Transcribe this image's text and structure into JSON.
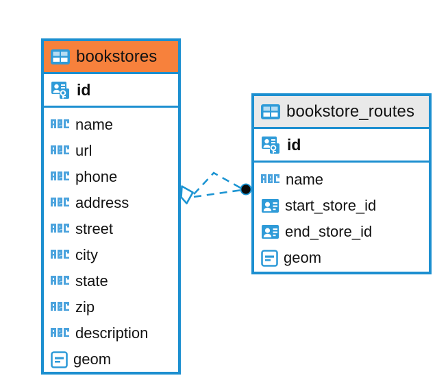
{
  "diagram": {
    "type": "entity-relationship-diagram",
    "background": "#ffffff",
    "accent_color": "#1c8fd0",
    "highlight_color": "#f7813c",
    "header_gray": "#e9e9e9"
  },
  "tables": [
    {
      "name": "bookstores",
      "header_style": "accent-orange",
      "table_icon": "table-icon",
      "primary_key": {
        "label": "id",
        "icon": "primary-key-icon"
      },
      "fields": [
        {
          "label": "name",
          "icon": "text-abc-icon"
        },
        {
          "label": "url",
          "icon": "text-abc-icon"
        },
        {
          "label": "phone",
          "icon": "text-abc-icon"
        },
        {
          "label": "address",
          "icon": "text-abc-icon"
        },
        {
          "label": "street",
          "icon": "text-abc-icon"
        },
        {
          "label": "city",
          "icon": "text-abc-icon"
        },
        {
          "label": "state",
          "icon": "text-abc-icon"
        },
        {
          "label": "zip",
          "icon": "text-abc-icon"
        },
        {
          "label": "description",
          "icon": "text-abc-icon"
        },
        {
          "label": "geom",
          "icon": "geometry-icon"
        }
      ]
    },
    {
      "name": "bookstore_routes",
      "header_style": "accent-gray",
      "table_icon": "table-icon",
      "primary_key": {
        "label": "id",
        "icon": "primary-key-icon"
      },
      "fields": [
        {
          "label": "name",
          "icon": "text-abc-icon"
        },
        {
          "label": "start_store_id",
          "icon": "foreign-key-icon"
        },
        {
          "label": "end_store_id",
          "icon": "foreign-key-icon"
        },
        {
          "label": "geom",
          "icon": "geometry-icon"
        }
      ]
    }
  ],
  "relationships": [
    {
      "from": "bookstores",
      "to": "bookstore_routes",
      "from_marker": "diamond-open",
      "to_marker": "circle-filled",
      "line_style": "dashed"
    },
    {
      "from": "bookstores",
      "to": "bookstore_routes",
      "from_marker": "diamond-open",
      "to_marker": "circle-filled",
      "line_style": "dashed"
    }
  ]
}
